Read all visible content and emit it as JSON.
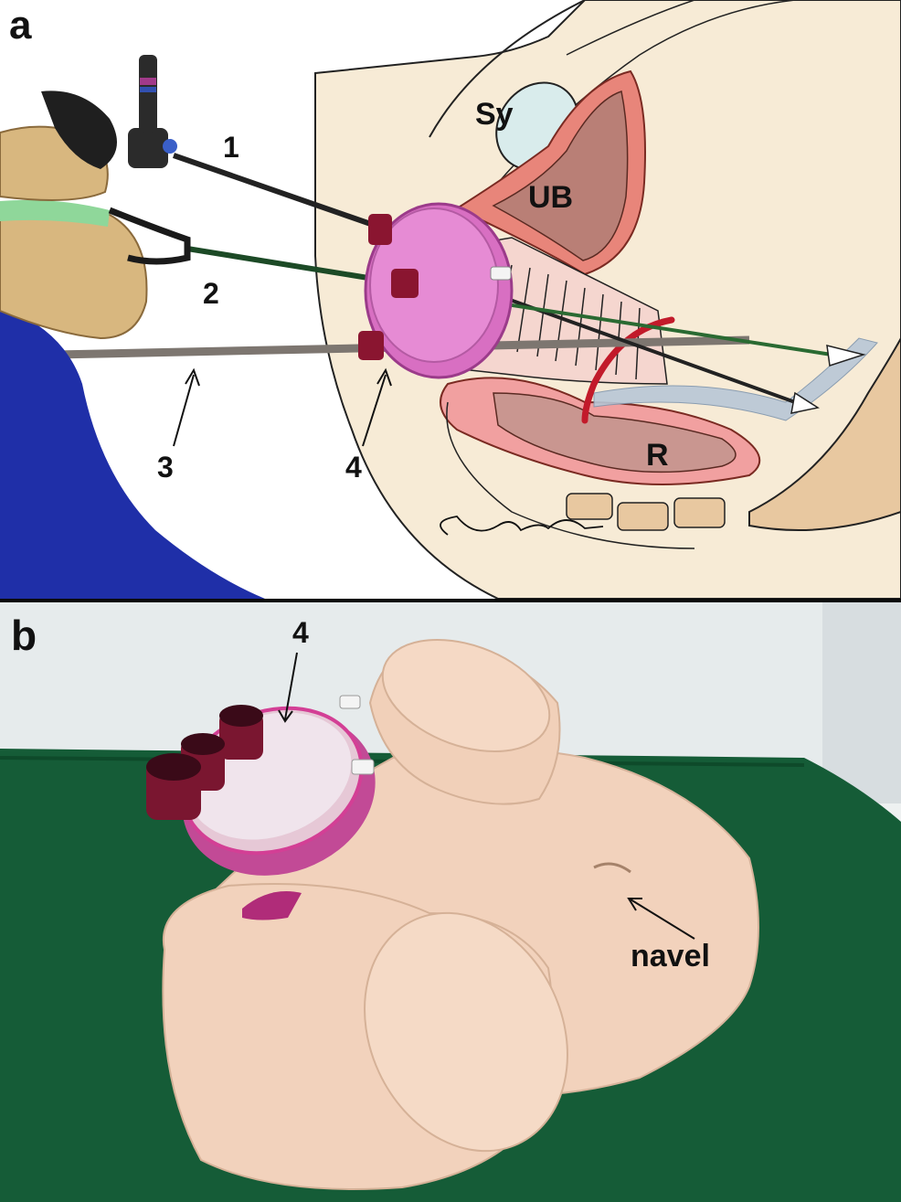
{
  "figure": {
    "panel_a": {
      "panel_label": "a",
      "instrument_labels": [
        "1",
        "2",
        "3",
        "4"
      ],
      "organ_labels": {
        "symphysis": "Sy",
        "urinary_bladder": "UB",
        "rectum": "R"
      }
    },
    "panel_b": {
      "panel_label": "b",
      "device_label": "4",
      "navel_label": "navel"
    }
  },
  "colors": {
    "skin_drawing": "#f7ebd6",
    "bladder": "#e8857a",
    "bladder_inner": "#b97f76",
    "port_disc": "#d86fc2",
    "port_cap": "#8a1530",
    "drape": "#1f2fa8",
    "glove": "#d8b77f",
    "mesh": "#9fb3c9",
    "bone": "#e8c8a0",
    "table_green": "#155c37",
    "mannequin": "#f2d2bc"
  }
}
